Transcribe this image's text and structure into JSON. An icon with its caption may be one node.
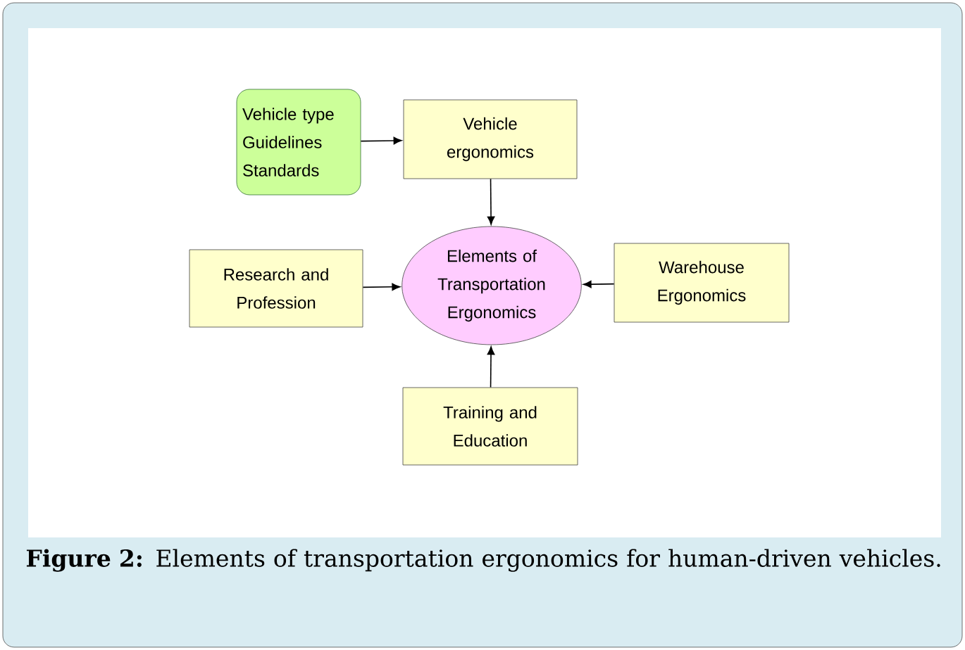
{
  "diagram": {
    "caption": "**Figure 2:** Elements of transportation ergonomics for human-driven vehicles.",
    "nodes": [
      {
        "text": [
          "Vehicle type",
          "Guidelines",
          "Standards"
        ]
      },
      {
        "text": [
          "Vehicle ergonomics"
        ]
      },
      {
        "text": [
          "Elements of Transportation Ergonomics"
        ]
      },
      {
        "text": [
          "Research and Profession"
        ]
      },
      {
        "text": [
          "Warehouse Ergonomics"
        ]
      },
      {
        "text": [
          "Training and Education"
        ]
      }
    ],
    "edges": [
      {
        "from": 0,
        "to": 1,
        "arrow": "to"
      },
      {
        "from": 1,
        "to": 2,
        "arrow": "to"
      },
      {
        "from": 3,
        "to": 2,
        "arrow": "to"
      },
      {
        "from": 4,
        "to": 2,
        "arrow": "to"
      },
      {
        "from": 5,
        "to": 2,
        "arrow": "to"
      }
    ]
  }
}
